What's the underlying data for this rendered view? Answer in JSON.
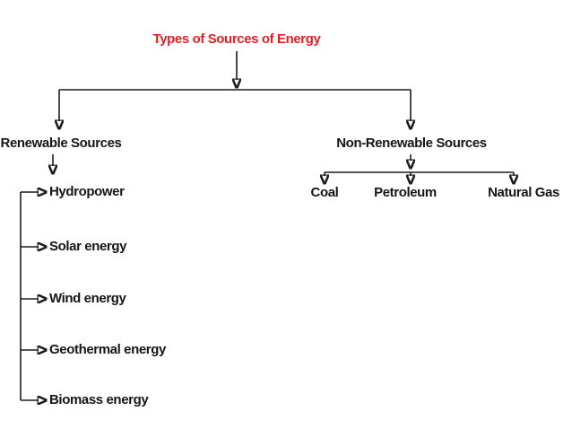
{
  "diagram": {
    "title": "Types of Sources of Energy",
    "title_color": "#e51e25",
    "line_color": "#1c1c1c",
    "text_color": "#151515",
    "background_color": "#ffffff",
    "renewable": {
      "label": "Renewable Sources",
      "items": [
        "Hydropower",
        "Solar energy",
        "Wind energy",
        "Geothermal energy",
        "Biomass energy"
      ]
    },
    "non_renewable": {
      "label": "Non-Renewable Sources",
      "items": [
        "Coal",
        "Petroleum",
        "Natural Gas"
      ]
    }
  }
}
